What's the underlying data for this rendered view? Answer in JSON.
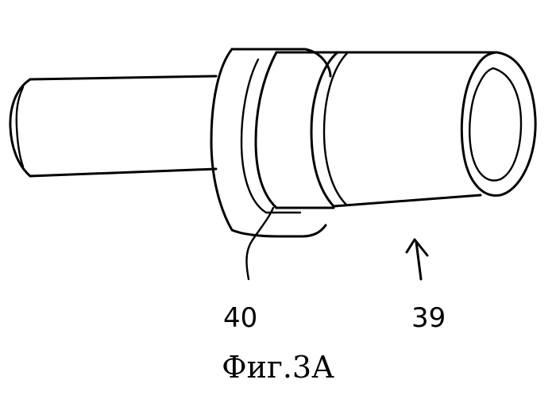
{
  "labels": {
    "flange_ref": "40",
    "tube_ref": "39"
  },
  "caption": "Фиг.3А"
}
